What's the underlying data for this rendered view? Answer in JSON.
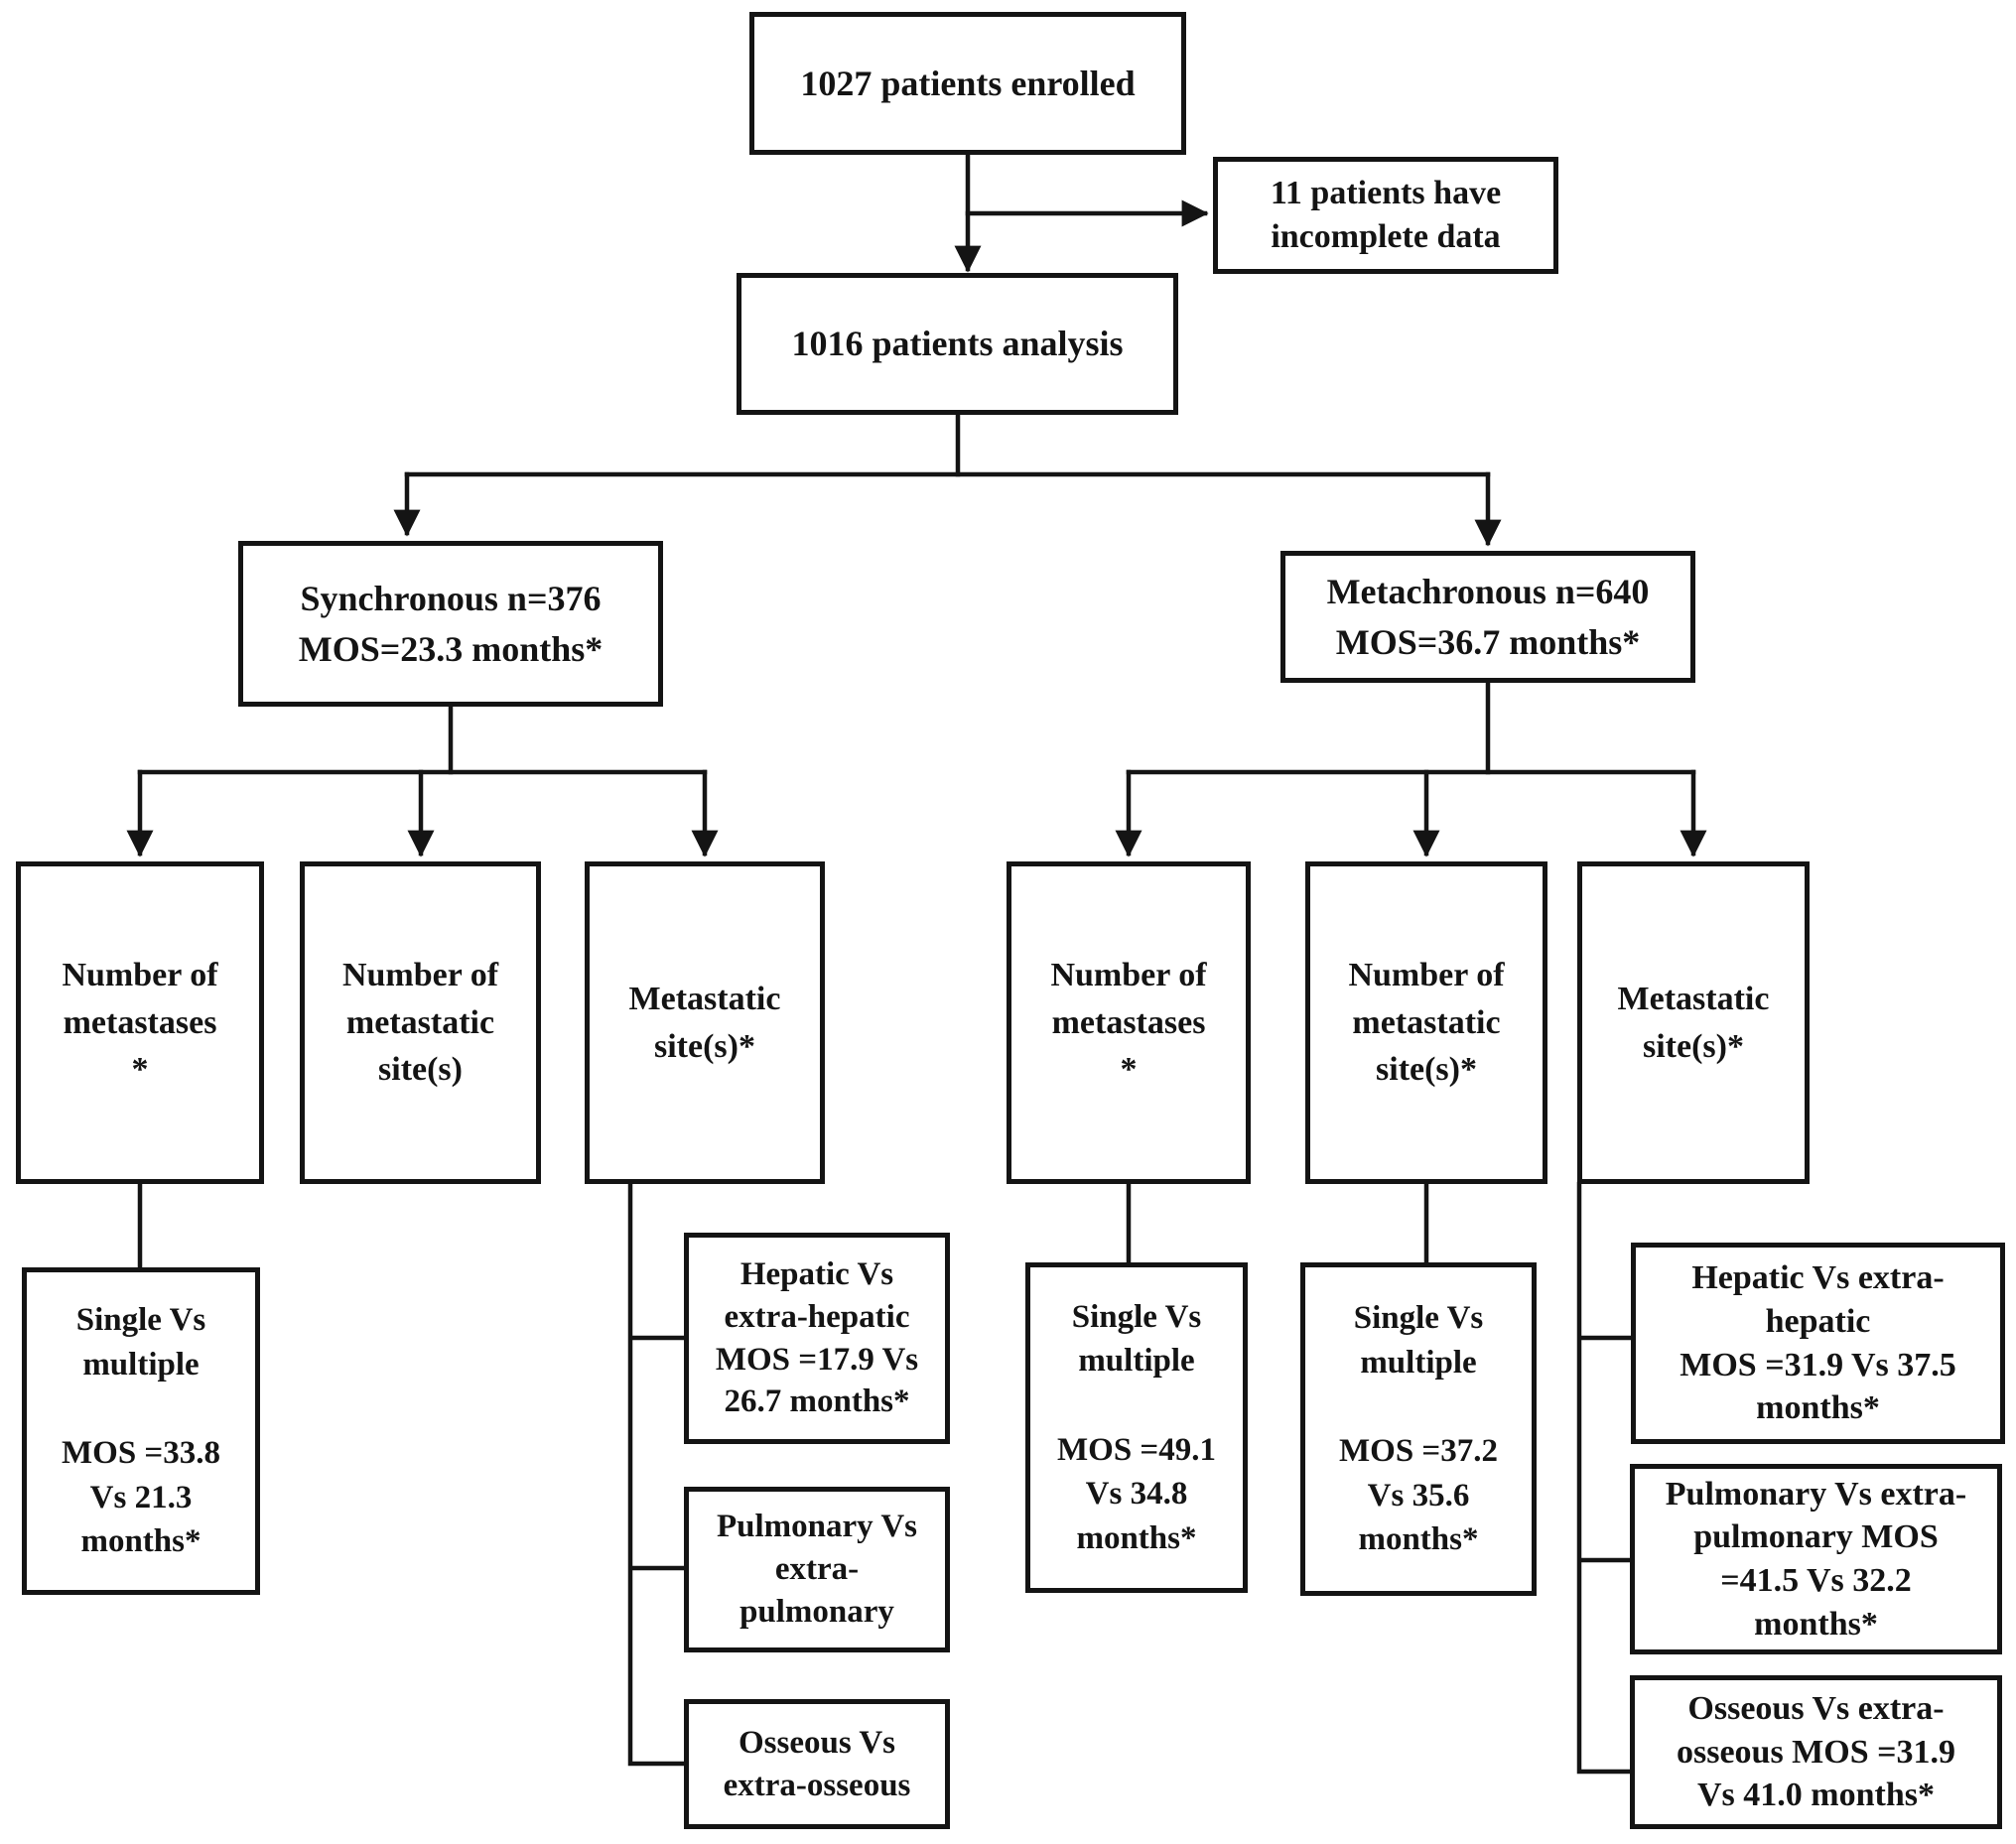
{
  "flowchart": {
    "nodes": {
      "enrolled": "1027 patients enrolled",
      "incomplete_data": "11 patients have\nincomplete data",
      "analysis": "1016 patients analysis",
      "synchronous": "Synchronous n=376\nMOS=23.3 months*",
      "metachronous": "Metachronous n=640\nMOS=36.7 months*",
      "syn_number_of_metastases": "Number of\nmetastases\n*",
      "syn_number_of_metastatic_sites": "Number of\nmetastatic\nsite(s)",
      "syn_metastatic_sites": "Metastatic\nsite(s)*",
      "syn_single_vs_multiple": "Single Vs\nmultiple\n\nMOS =33.8\nVs 21.3\nmonths*",
      "syn_hepatic_vs_extrahepatic": "Hepatic Vs\nextra-hepatic\nMOS =17.9 Vs\n26.7 months*",
      "syn_pulmonary_vs_extrapulmonary": "Pulmonary Vs\nextra-\npulmonary",
      "syn_osseous_vs_extraosseous": "Osseous Vs\nextra-osseous",
      "met_number_of_metastases": "Number of\nmetastases\n*",
      "met_number_of_metastatic_sites": "Number of\nmetastatic\nsite(s)*",
      "met_metastatic_sites": "Metastatic\nsite(s)*",
      "met_single_vs_multiple_metastases": "Single Vs\nmultiple\n\nMOS =49.1\nVs 34.8\nmonths*",
      "met_single_vs_multiple_sites": "Single Vs\nmultiple\n\nMOS =37.2\nVs 35.6\nmonths*",
      "met_hepatic_vs_extrahepatic": "Hepatic Vs extra-\nhepatic\nMOS =31.9 Vs 37.5\nmonths*",
      "met_pulmonary_vs_extrapulmonary": "Pulmonary Vs extra-\npulmonary MOS\n=41.5 Vs 32.2\nmonths*",
      "met_osseous_vs_extraosseous": "Osseous Vs extra-\nosseous MOS =31.9\nVs 41.0 months*"
    }
  }
}
